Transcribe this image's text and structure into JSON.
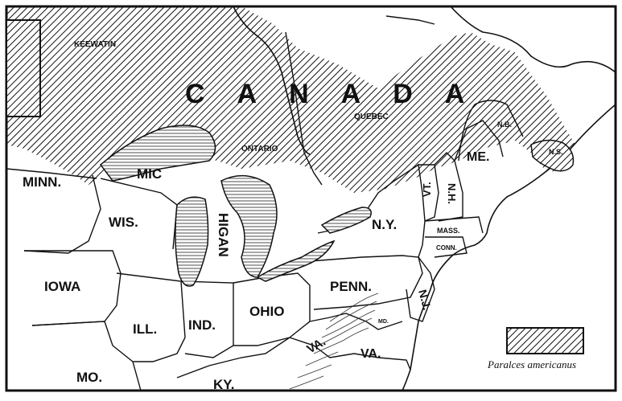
{
  "map": {
    "country_label": "CANADA",
    "region_labels": {
      "keewatin": "KEEWATIN",
      "quebec": "QUEBEC",
      "ontario": "ONTARIO",
      "nb": "N.B.",
      "ns": "N.S."
    },
    "state_labels": {
      "minn": "MINN.",
      "wis": "WIS.",
      "mic": "MIC",
      "higan": "HIGAN",
      "iowa": "IOWA",
      "ill": "ILL.",
      "ind": "IND.",
      "ohio": "OHIO",
      "mo": "MO.",
      "ky": "KY.",
      "ny": "N.Y.",
      "penn": "PENN.",
      "nj": "N.J.",
      "va_west": "VA.",
      "va": "VA.",
      "md": "MD.",
      "vt": "VT.",
      "nh": "N.H.",
      "me": "ME.",
      "mass": "MASS.",
      "conn": "CONN."
    }
  },
  "legend": {
    "species": "Paralces americanus"
  },
  "colors": {
    "ink": "#111111",
    "paper": "#ffffff"
  }
}
